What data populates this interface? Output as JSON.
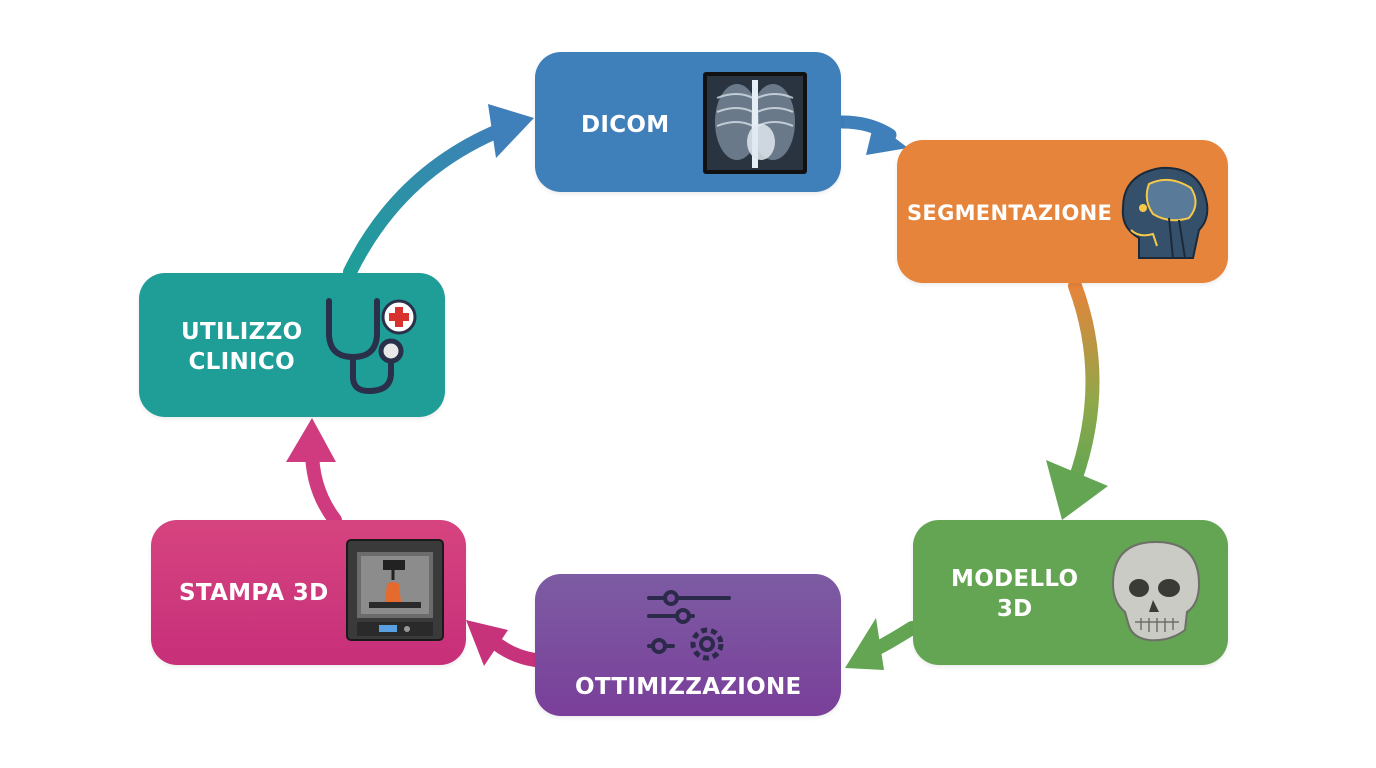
{
  "stages": [
    {
      "id": "dicom",
      "label": "DICOM",
      "color": "#3f7fba",
      "icon": "chest-xray-icon"
    },
    {
      "id": "segmentazione",
      "label": "SEGMENTAZIONE",
      "color": "#e5843a",
      "icon": "head-scan-icon"
    },
    {
      "id": "modello",
      "label": "MODELLO\n3D",
      "color": "#63a552",
      "icon": "skull-icon"
    },
    {
      "id": "ottimizzazione",
      "label": "OTTIMIZZAZIONE",
      "color": "#7a4f9e",
      "icon": "sliders-gear-icon"
    },
    {
      "id": "stampa",
      "label": "STAMPA 3D",
      "color": "#d03a7e",
      "icon": "3d-printer-icon"
    },
    {
      "id": "utilizzo",
      "label": "UTILIZZO\nCLINICO",
      "color": "#1f9e98",
      "icon": "stethoscope-icon"
    }
  ]
}
